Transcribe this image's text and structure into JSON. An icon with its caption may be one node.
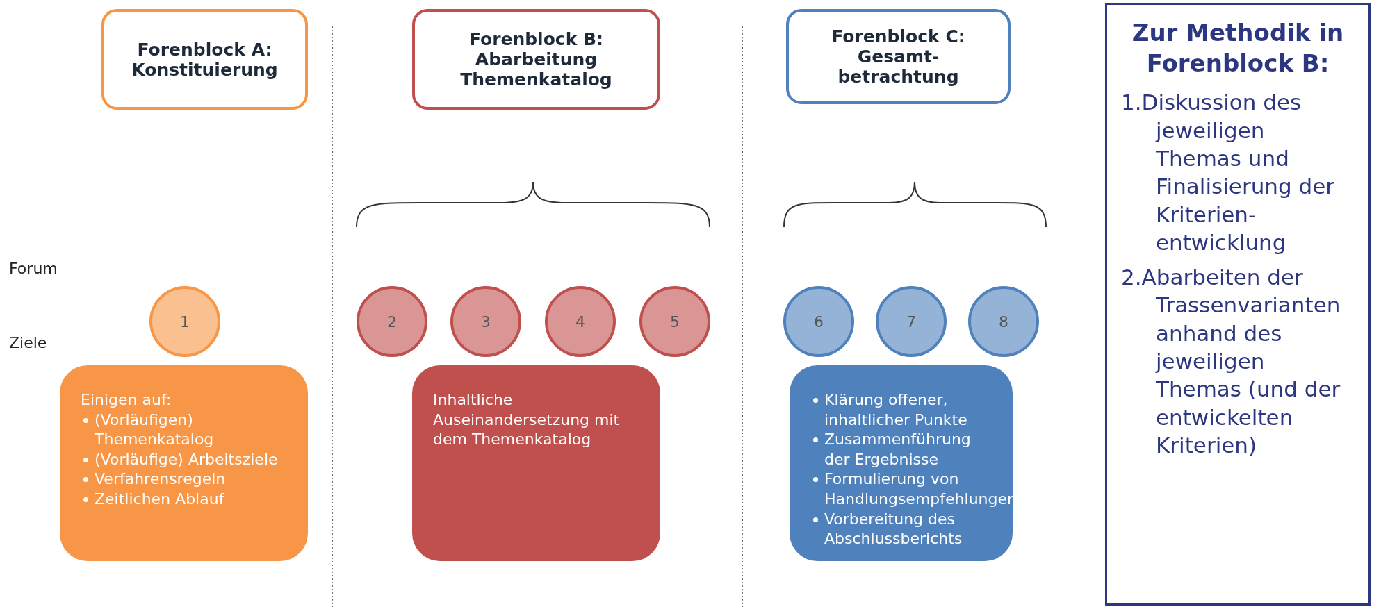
{
  "diagram": {
    "nodes": [
      {
        "text": [
          "Forenblock A: Konstituierung"
        ]
      },
      {
        "text": [
          "Forenblock B: Abarbeitung Themenkatalog"
        ]
      },
      {
        "text": [
          "Forenblock C: Gesamt-betrachtung"
        ]
      },
      {
        "text": [
          "1"
        ]
      },
      {
        "text": [
          "2"
        ]
      },
      {
        "text": [
          "3"
        ]
      },
      {
        "text": [
          "4"
        ]
      },
      {
        "text": [
          "5"
        ]
      },
      {
        "text": [
          "6"
        ]
      },
      {
        "text": [
          "7"
        ]
      },
      {
        "text": [
          "8"
        ]
      },
      {
        "text": [
          "Einigen auf:",
          "(Vorläufigen) Themenkatalog",
          "(Vorläufige) Arbeitsziele",
          "Verfahrensregeln",
          "Zeitlichen Ablauf"
        ]
      },
      {
        "text": [
          "Inhaltliche Auseinandersetzung mit dem Themenkatalog"
        ]
      },
      {
        "text": [
          "Klärung offener, inhaltlicher Punkte",
          "Zusammenführung der Ergebnisse",
          "Formulierung von Handlungsempfehlungen",
          "Vorbereitung des Abschlussberichts"
        ]
      },
      {
        "text": [
          "Zur Methodik in Forenblock B:",
          "1.Diskussion des jeweiligen Themas und Finalisierung der Kriterien-entwicklung",
          "2.Abarbeiten der Trassenvarianten anhand des jeweiligen Themas (und der entwickelten Kriterien)"
        ]
      }
    ],
    "edges": [],
    "labels": [
      "Forum",
      "Ziele"
    ]
  }
}
